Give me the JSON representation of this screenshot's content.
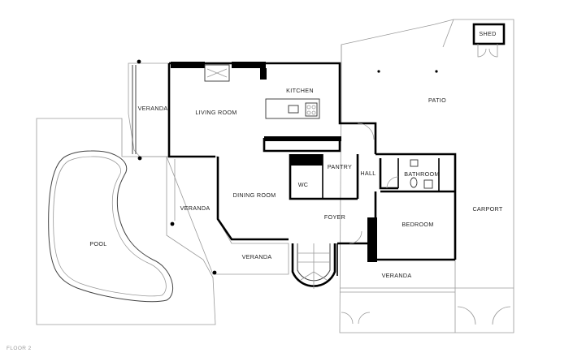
{
  "floor_label": "FLOOR 2",
  "rooms": [
    {
      "key": "shed",
      "label": "SHED"
    },
    {
      "key": "patio",
      "label": "PATIO"
    },
    {
      "key": "kitchen",
      "label": "KITCHEN"
    },
    {
      "key": "living",
      "label": "LIVING ROOM"
    },
    {
      "key": "veranda_nw",
      "label": "VERANDA"
    },
    {
      "key": "pantry",
      "label": "PANTRY"
    },
    {
      "key": "wc",
      "label": "WC"
    },
    {
      "key": "hall",
      "label": "HALL"
    },
    {
      "key": "bathroom",
      "label": "BATHROOM"
    },
    {
      "key": "dining",
      "label": "DINING ROOM"
    },
    {
      "key": "veranda_w",
      "label": "VERANDA"
    },
    {
      "key": "carport",
      "label": "CARPORT"
    },
    {
      "key": "foyer",
      "label": "FOYER"
    },
    {
      "key": "bedroom",
      "label": "BEDROOM"
    },
    {
      "key": "pool",
      "label": "POOL"
    },
    {
      "key": "veranda_s",
      "label": "VERANDA"
    },
    {
      "key": "veranda_se",
      "label": "VERANDA"
    }
  ]
}
